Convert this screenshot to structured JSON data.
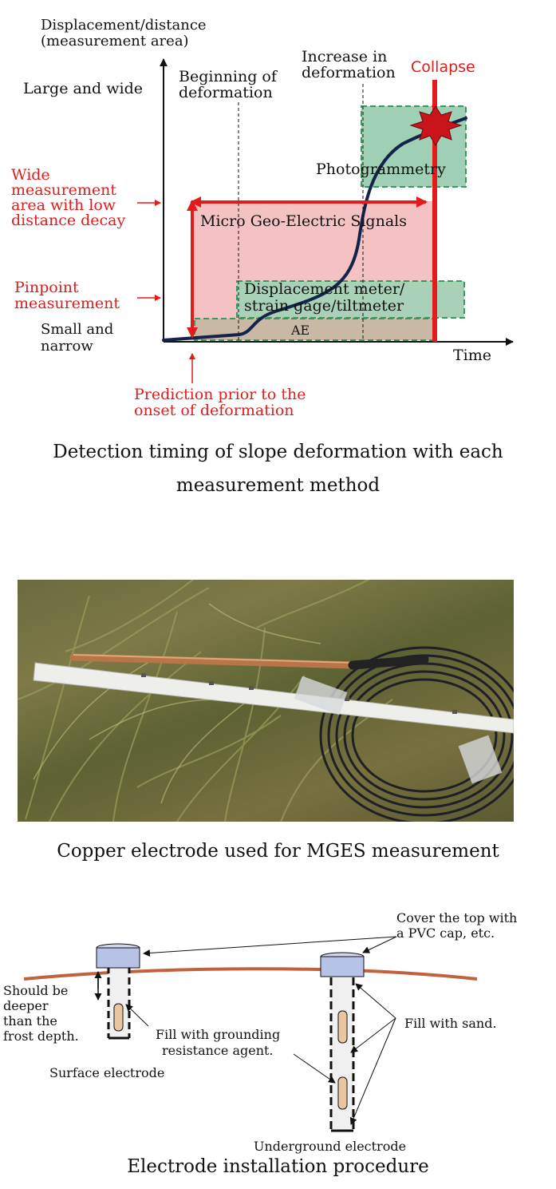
{
  "timing_chart": {
    "y_axis_label_line1": "Displacement/distance",
    "y_axis_label_line2": "(measurement area)",
    "x_axis_label": "Time",
    "y_high_label": "Large and wide",
    "y_low_label_line1": "Small and",
    "y_low_label_line2": "narrow",
    "wide_label_line1": "Wide",
    "wide_label_line2": "measurement",
    "wide_label_line3": "area with low",
    "wide_label_line4": "distance decay",
    "pinpoint_label_line1": "Pinpoint",
    "pinpoint_label_line2": "measurement",
    "beginning_label_line1": "Beginning of",
    "beginning_label_line2": "deformation",
    "increase_label_line1": "Increase in",
    "increase_label_line2": "deformation",
    "collapse_label": "Collapse",
    "photogrammetry_label": "Photogrammetry",
    "mges_label": "Micro Geo-Electric Signals",
    "displacement_label_line1": "Displacement meter/",
    "displacement_label_line2": "strain gage/tiltmeter",
    "ae_label": "AE",
    "prediction_label_line1": "Prediction prior to the",
    "prediction_label_line2": "onset of deformation",
    "colors": {
      "red": "#e31b1b",
      "curve": "#14234a",
      "green_fill": "#9fcfb4",
      "pink_fill": "#f4c2c2",
      "tan_fill": "#c9b9a4"
    }
  },
  "caption_1_line1": "Detection timing of slope deformation with each",
  "caption_1_line2": "measurement method",
  "photo": {
    "description_icon": "copper-electrode-photo"
  },
  "caption_2": "Copper electrode used for MGES measurement",
  "installation": {
    "cover_label_line1": "Cover the top with",
    "cover_label_line2": "a PVC cap, etc.",
    "depth_label_line1": "Should be",
    "depth_label_line2": "deeper",
    "depth_label_line3": "than the",
    "depth_label_line4": "frost depth.",
    "fill_agent_line1": "Fill with grounding",
    "fill_agent_line2": "resistance agent.",
    "fill_sand": "Fill with sand.",
    "surface_electrode": "Surface electrode",
    "underground_electrode": "Underground electrode",
    "colors": {
      "ground": "#c0623c",
      "cap": "#b6c2e6",
      "electrode": "#e8c7a0"
    }
  },
  "caption_3": "Electrode installation procedure"
}
